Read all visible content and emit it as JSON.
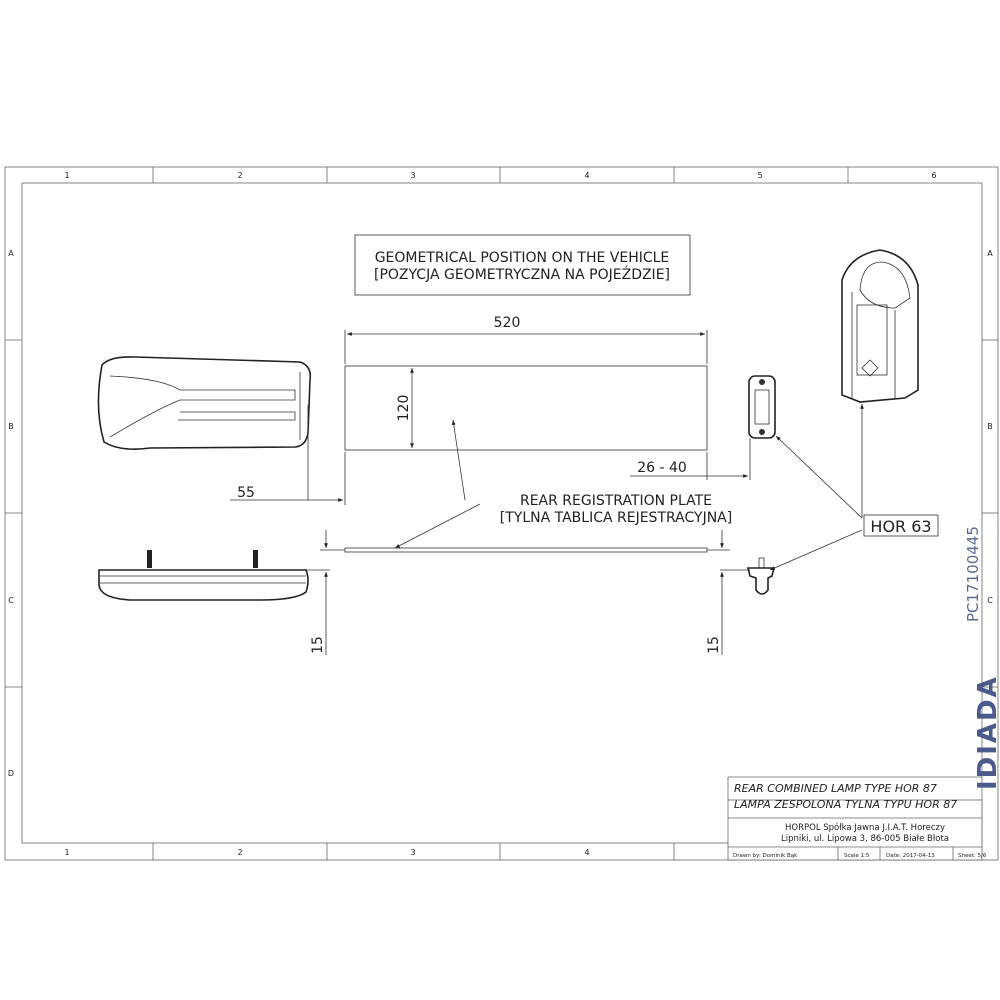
{
  "frame": {
    "columns": [
      "1",
      "2",
      "3",
      "4",
      "5",
      "6"
    ],
    "rows": [
      "A",
      "B",
      "C",
      "D"
    ]
  },
  "drawing": {
    "heading_line1": "GEOMETRICAL POSITION ON THE VEHICLE",
    "heading_line2": "[POZYCJA GEOMETRYCZNA NA POJEŹDZIE]",
    "dim_plate_width": "520",
    "dim_plate_height": "120",
    "dim_offset_left": "55",
    "dim_offset_right": "26 - 40",
    "dim_height_left": "15",
    "dim_height_right": "15",
    "plate_label_line1": "REAR REGISTRATION PLATE",
    "plate_label_line2": "[TYLNA TABLICA REJESTRACYJNA]",
    "callout": "HOR 63"
  },
  "stamp": {
    "code": "PC17100445",
    "logo": "IDIADA",
    "color": "#4a5a8c"
  },
  "title_block": {
    "title_en": "REAR COMBINED LAMP TYPE HOR 87",
    "title_pl": "LAMPA ZESPOLONA TYLNA TYPU HOR 87",
    "company_line1": "HORPOL Spółka Jawna    J.I.A.T. Horeczy",
    "company_line2": "Lipniki, ul. Lipowa 3, 86-005 Białe Błota",
    "drawn_by": "Drawn by:  Dominik Bąk",
    "scale": "Scale  1:5",
    "date": "Date: 2017-04-13",
    "sheet": "Sheet: 5/6"
  }
}
